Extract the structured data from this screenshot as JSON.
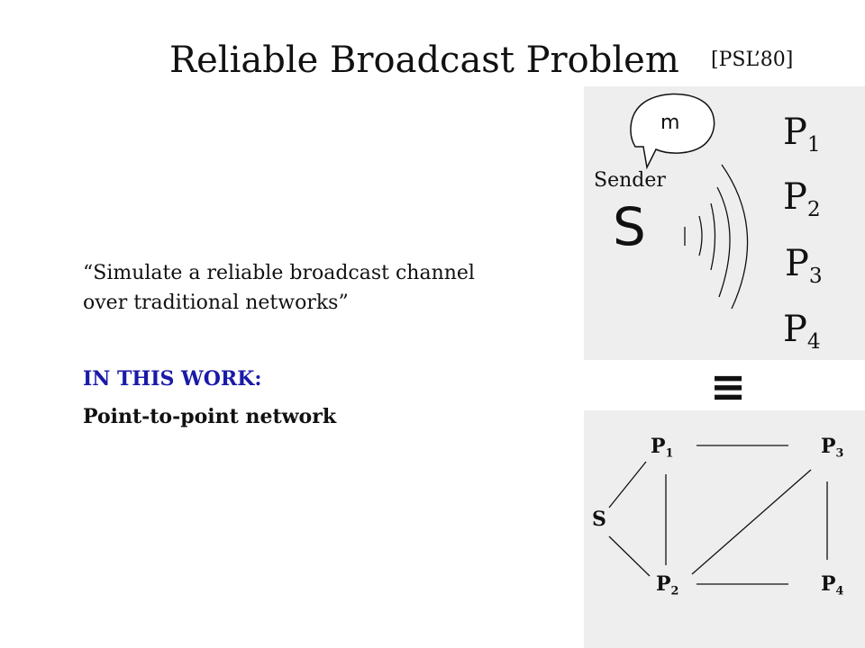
{
  "slide": {
    "title": "Reliable Broadcast Problem",
    "citation": "[PSL’80]",
    "quote_line1": "“Simulate a reliable broadcast channel",
    "quote_line2": "over traditional networks”",
    "work_heading": "IN THIS WORK:",
    "work_detail": "Point-to-point network"
  },
  "broadcast_figure": {
    "message": "m",
    "sender_label": "Sender",
    "sender_symbol": "S",
    "parties": [
      {
        "name": "P",
        "index": "1"
      },
      {
        "name": "P",
        "index": "2"
      },
      {
        "name": "P",
        "index": "3"
      },
      {
        "name": "P",
        "index": "4"
      }
    ]
  },
  "equivalence_symbol": "≡",
  "network_figure": {
    "sender": "S",
    "nodes": [
      {
        "name": "P",
        "index": "1"
      },
      {
        "name": "P",
        "index": "2"
      },
      {
        "name": "P",
        "index": "3"
      },
      {
        "name": "P",
        "index": "4"
      }
    ],
    "edges": [
      [
        "S",
        "P1"
      ],
      [
        "S",
        "P2"
      ],
      [
        "P1",
        "P2"
      ],
      [
        "P1",
        "P3"
      ],
      [
        "P2",
        "P3"
      ],
      [
        "P2",
        "P4"
      ],
      [
        "P3",
        "P4"
      ]
    ]
  },
  "colors": {
    "panel_bg": "#eeeeee",
    "heading_blue": "#1a1aa8",
    "text": "#111111"
  }
}
